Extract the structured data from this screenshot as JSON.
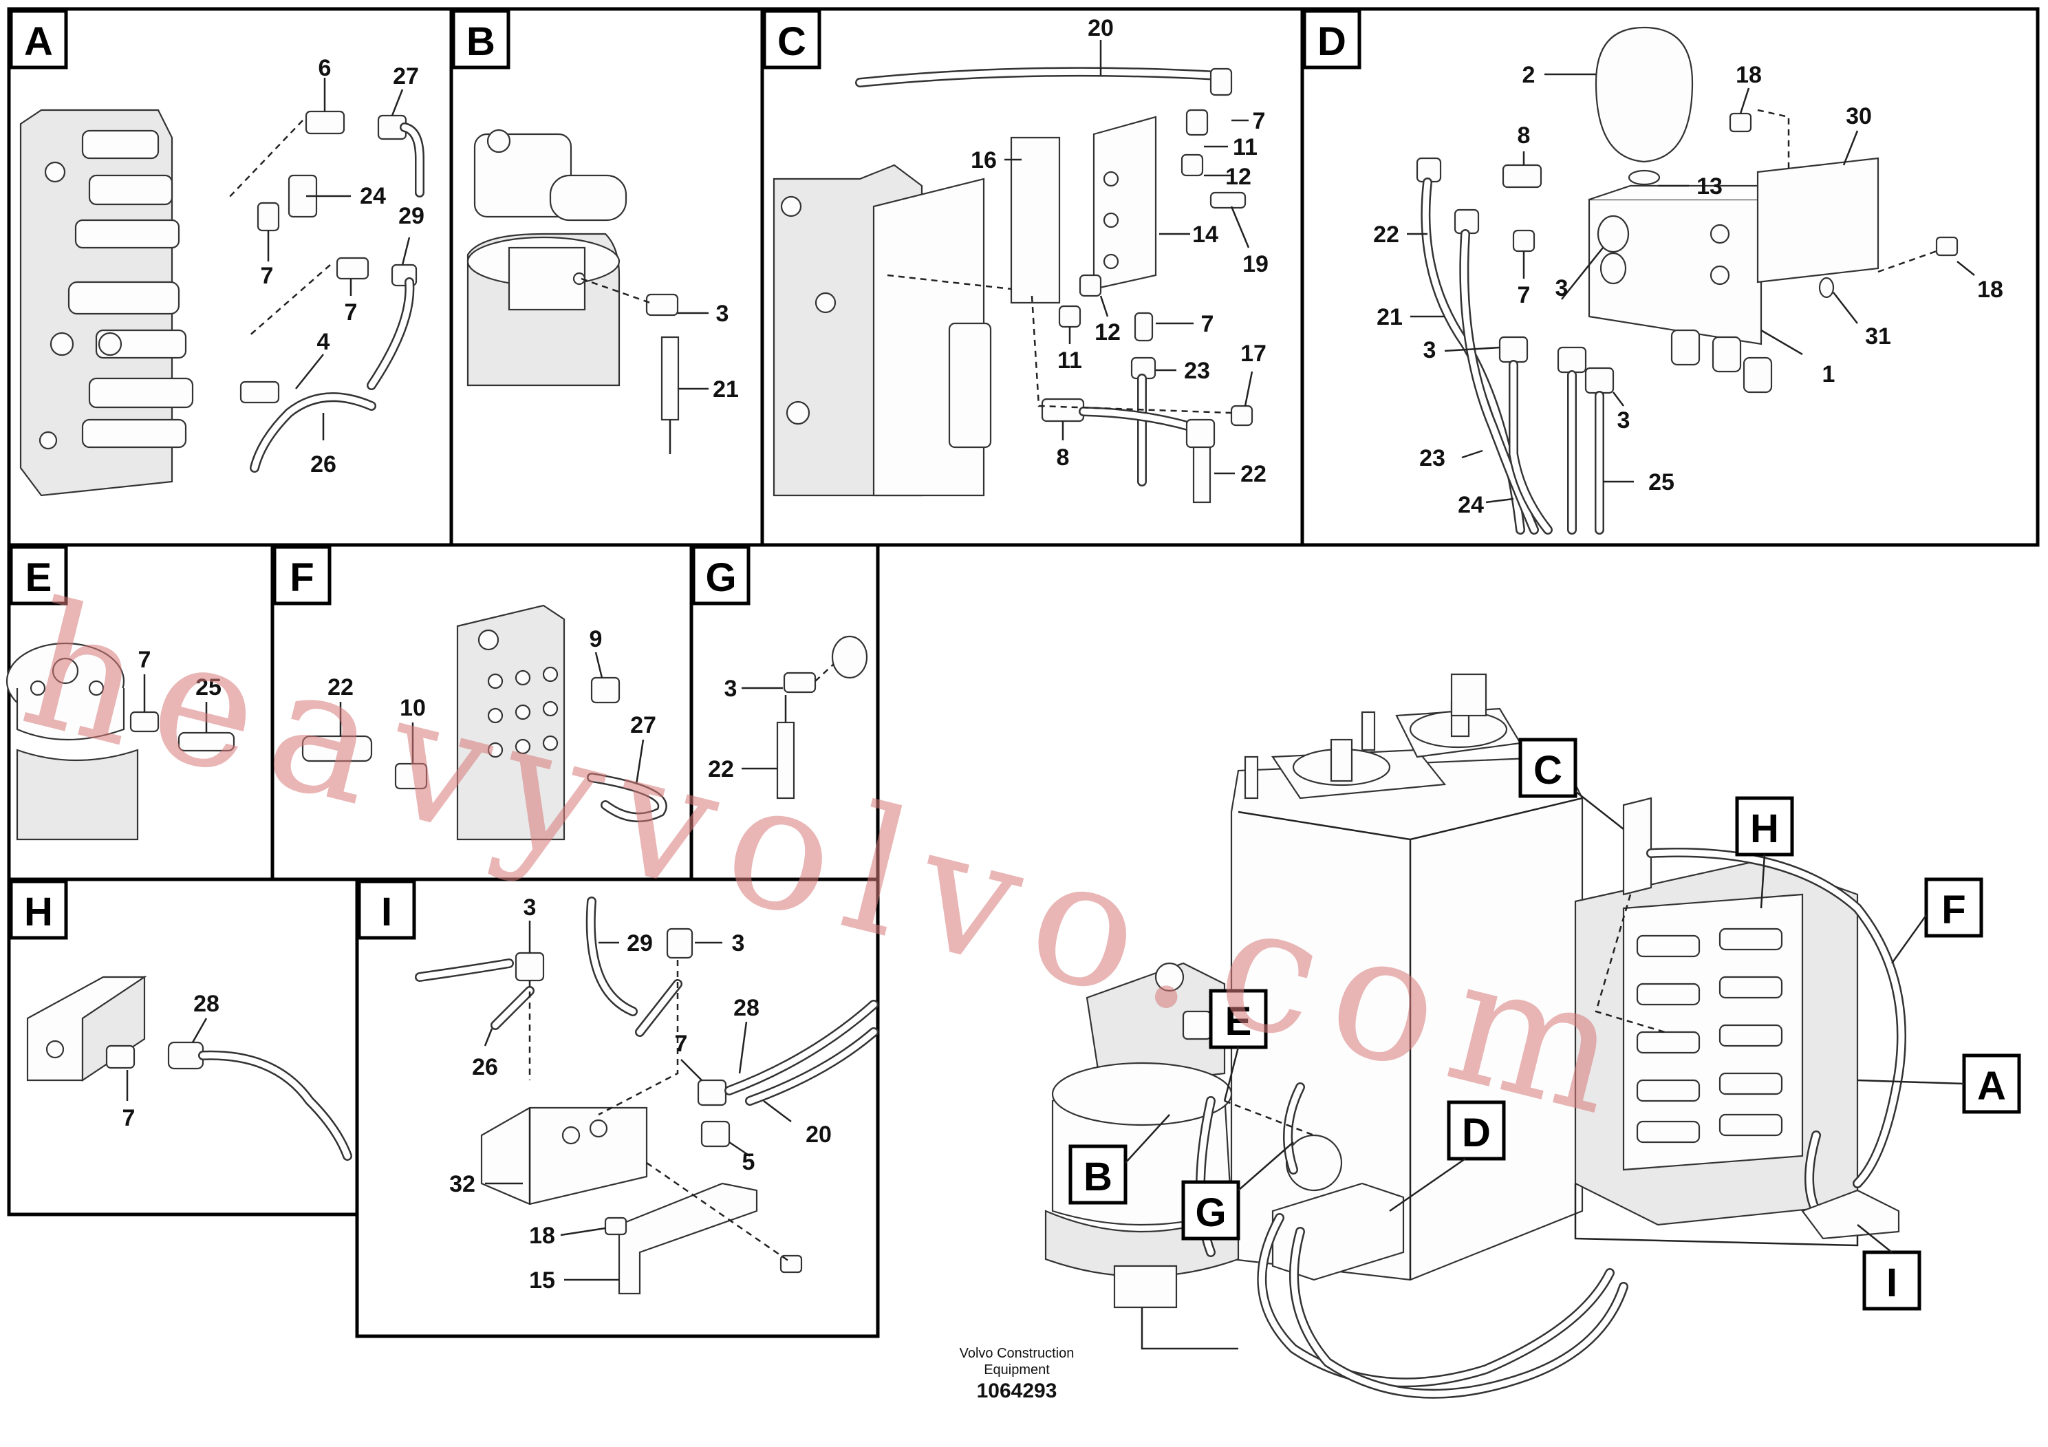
{
  "panels": [
    {
      "letter": "A",
      "numbers": [
        "6",
        "27",
        "24",
        "29",
        "7",
        "7",
        "4",
        "26"
      ]
    },
    {
      "letter": "B",
      "numbers": [
        "3",
        "21"
      ]
    },
    {
      "letter": "C",
      "numbers": [
        "20",
        "7",
        "16",
        "11",
        "12",
        "14",
        "19",
        "11",
        "12",
        "7",
        "17",
        "23",
        "8",
        "22"
      ]
    },
    {
      "letter": "D",
      "numbers": [
        "2",
        "18",
        "30",
        "8",
        "13",
        "22",
        "7",
        "3",
        "21",
        "18",
        "31",
        "3",
        "1",
        "3",
        "23",
        "24",
        "25"
      ]
    },
    {
      "letter": "E",
      "numbers": [
        "7",
        "25"
      ]
    },
    {
      "letter": "F",
      "numbers": [
        "9",
        "22",
        "10",
        "27"
      ]
    },
    {
      "letter": "G",
      "numbers": [
        "3",
        "22"
      ]
    },
    {
      "letter": "H",
      "numbers": [
        "28",
        "7"
      ]
    },
    {
      "letter": "I",
      "numbers": [
        "3",
        "3",
        "29",
        "26",
        "28",
        "7",
        "20",
        "5",
        "32",
        "18",
        "15"
      ]
    }
  ],
  "overview_callouts": [
    "C",
    "H",
    "F",
    "A",
    "E",
    "B",
    "G",
    "D",
    "I"
  ],
  "watermark": "heavyvolvo.com",
  "footer": {
    "company_line1": "Volvo Construction",
    "company_line2": "Equipment",
    "drawing_number": "1064293"
  }
}
